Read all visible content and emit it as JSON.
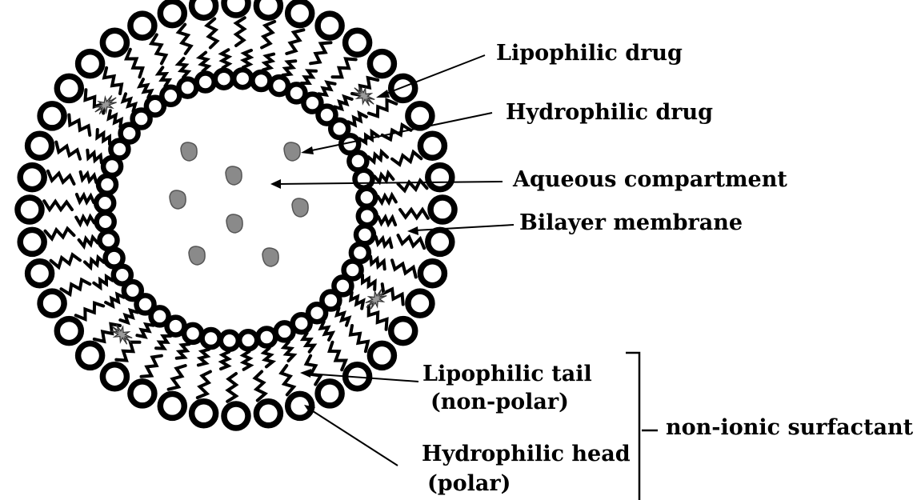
{
  "labels": {
    "lipophilic_drug": "Lipophilic drug",
    "hydrophilic_drug": "Hydrophilic drug",
    "aqueous_compartment": "Aqueous compartment",
    "bilayer_membrane": "Bilayer membrane",
    "lipophilic_tail_line1": "Lipophilic tail",
    "lipophilic_tail_line2": "(non-polar)",
    "hydrophilic_head_line1": "Hydrophilic head",
    "hydrophilic_head_line2": "(polar)",
    "non_ionic_surfactant": "non-ionic surfactant"
  },
  "colors": {
    "line": "#000000",
    "head_fill": "#ffffff",
    "drug_fill": "#8a8a8a",
    "lipo_drug_fill": "#9a9a9a"
  }
}
